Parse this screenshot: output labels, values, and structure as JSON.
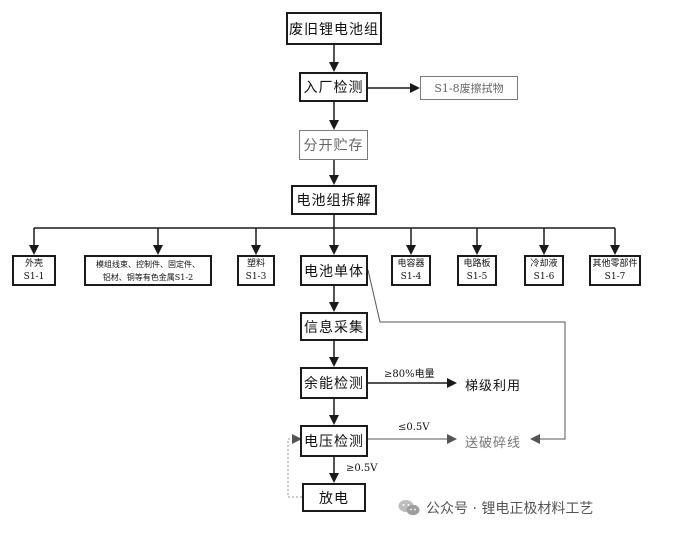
{
  "nodes": {
    "waste_pack": "废旧锂电池组",
    "inspection": "入厂检测",
    "waste_wipes": "S1-8废擦拭物",
    "storage": "分开贮存",
    "disassembly": "电池组拆解",
    "cell": "电池单体",
    "info": "信息采集",
    "capacity": "余能检测",
    "voltage": "电压检测",
    "discharge": "放电"
  },
  "outputs": [
    {
      "line1": "外壳",
      "line2": "S1-1"
    },
    {
      "line1": "模组线束、控制件、固定件、",
      "line2": "铝材、铜等有色金属S1-2"
    },
    {
      "line1": "塑料",
      "line2": "S1-3"
    },
    {
      "line1": "电容器",
      "line2": "S1-4"
    },
    {
      "line1": "电路板",
      "line2": "S1-5"
    },
    {
      "line1": "冷却液",
      "line2": "S1-6"
    },
    {
      "line1": "其他零部件",
      "line2": "S1-7"
    }
  ],
  "labels": {
    "capacity_cond": "≥80%电量",
    "cascade": "梯级利用",
    "voltage_cond_low": "≤0.5V",
    "to_crushing": "送破碎线",
    "voltage_cond_high": "≥0.5V"
  },
  "watermark": "公众号 · 锂电正极材料工艺",
  "colors": {
    "line": "#1a1a1a",
    "grey": "#7a7a7a",
    "dotted": "#9a9a9a"
  }
}
